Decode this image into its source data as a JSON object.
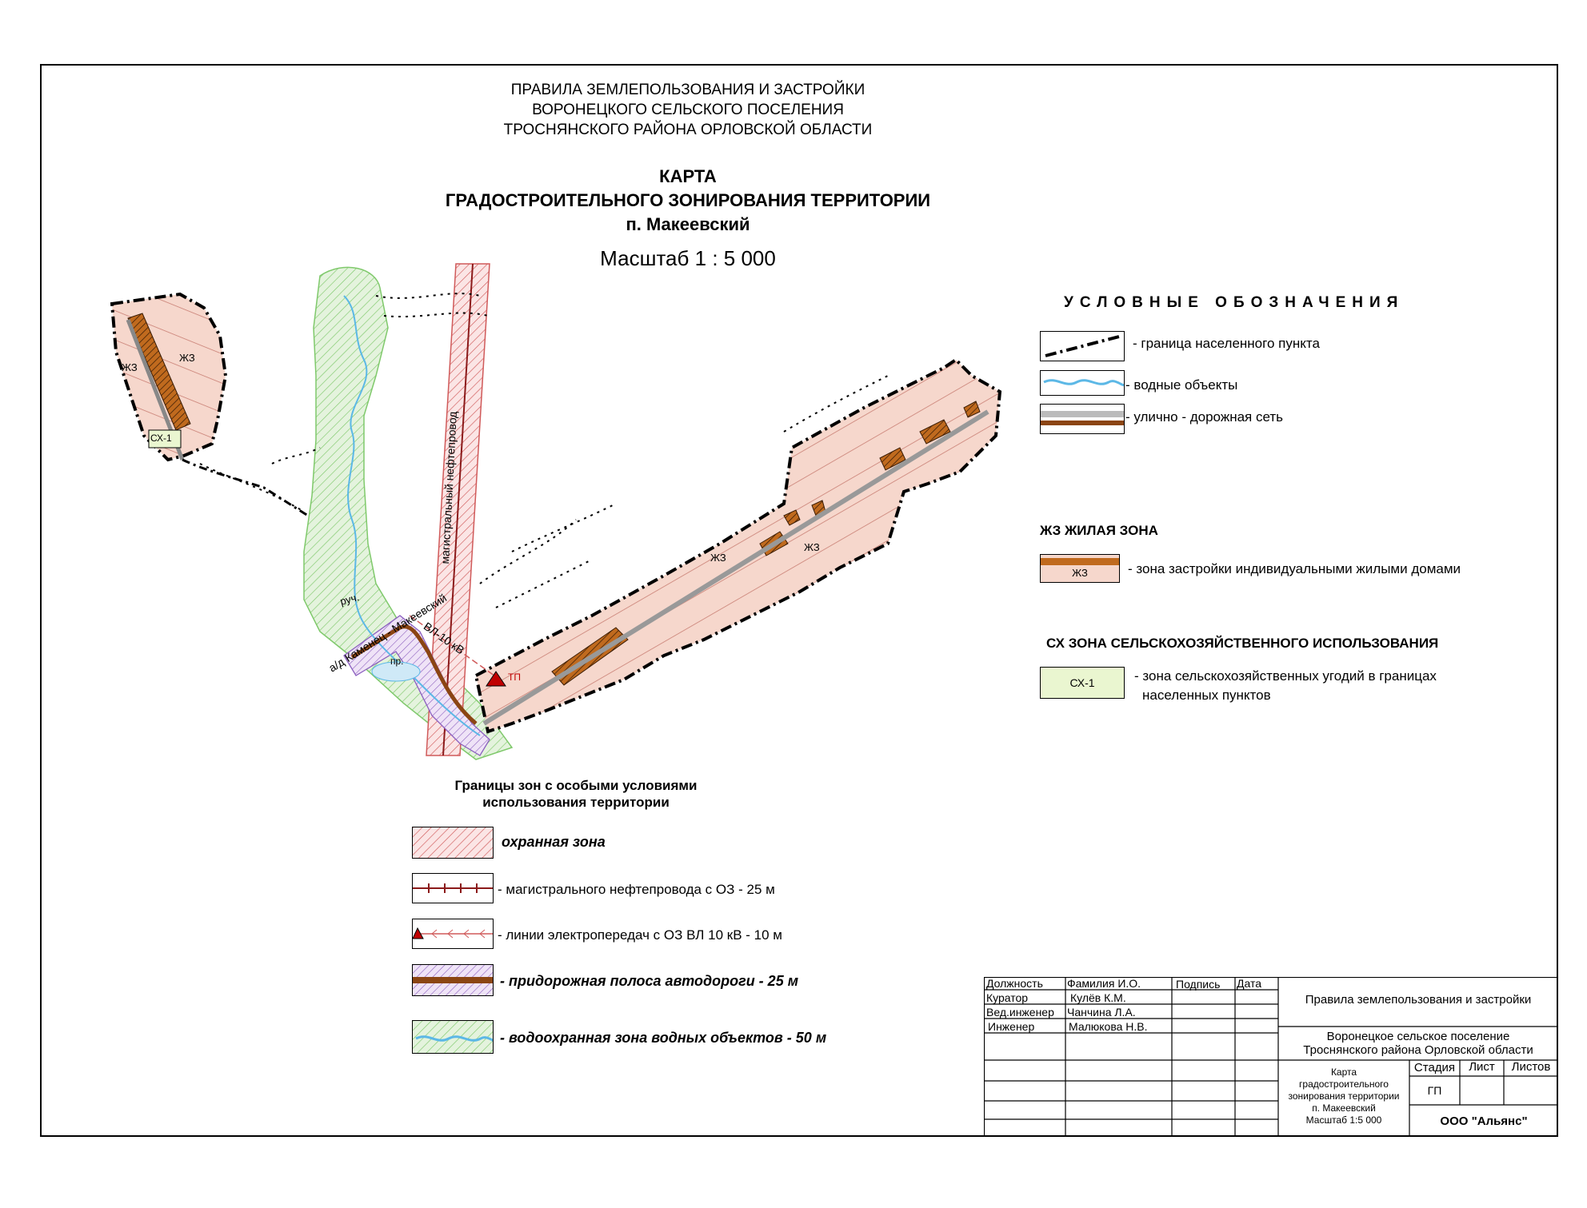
{
  "header": {
    "lines": [
      "ПРАВИЛА ЗЕМЛЕПОЛЬЗОВАНИЯ И ЗАСТРОЙКИ",
      "ВОРОНЕЦКОГО СЕЛЬСКОГО ПОСЕЛЕНИЯ",
      "ТРОСНЯНСКОГО РАЙОНА ОРЛОВСКОЙ ОБЛАСТИ"
    ],
    "map_title": [
      "КАРТА",
      "ГРАДОСТРОИТЕЛЬНОГО ЗОНИРОВАНИЯ ТЕРРИТОРИИ",
      "п. Макеевский"
    ],
    "scale": "Масштаб 1 : 5 000"
  },
  "colors": {
    "residential_fill": "#f6d7cc",
    "residential_hatch": "#c67a6f",
    "building": "#c06a1e",
    "protect_zone": "#d05a5a",
    "water_zone": "#7fc96b",
    "water": "#5cb8e6",
    "road_brown": "#8b4513",
    "agri_fill": "#eaf6d0",
    "roadside": "#8b5fbf"
  },
  "legend": {
    "title": "УСЛОВНЫЕ ОБОЗНАЧЕНИЯ",
    "items": [
      {
        "icon": "settlement-border-line",
        "label": "- граница населенного пункта"
      },
      {
        "icon": "water-line",
        "label": "- водные объекты"
      },
      {
        "icon": "road-line",
        "label": "- улично - дорожная сеть"
      }
    ],
    "residential": {
      "heading": "ЖЗ ЖИЛАЯ ЗОНА",
      "box_label": "ЖЗ",
      "label": "- зона застройки индивидуальными жилыми домами"
    },
    "agricultural": {
      "heading": "СХ  ЗОНА СЕЛЬСКОХОЗЯЙСТВЕННОГО ИСПОЛЬЗОВАНИЯ",
      "box_label": "СХ-1",
      "label_lines": [
        "- зона сельскохозяйственных угодий в границах",
        "населенных пунктов"
      ]
    }
  },
  "special_zones": {
    "title_lines": [
      "Границы зон с особыми условиями",
      "использования территории"
    ],
    "items": [
      {
        "icon": "protection-hatch",
        "label": "охранная зона"
      },
      {
        "icon": "pipeline-line",
        "label": "- магистрального нефтепровода с ОЗ - 25 м"
      },
      {
        "icon": "power-line",
        "label": "- линии электропередач с ОЗ  ВЛ 10 кВ - 10 м"
      },
      {
        "icon": "roadside-strip",
        "label": "- придорожная полоса автодороги  - 25 м"
      },
      {
        "icon": "water-protection-hatch",
        "label": "- водоохранная зона водных объектов - 50 м"
      }
    ]
  },
  "map": {
    "labels": {
      "zh1": "ЖЗ",
      "zh2": "ЖЗ",
      "zh3": "ЖЗ",
      "zh4": "ЖЗ",
      "sx": "СХ-1",
      "pipeline": "магистральный нефтепровод",
      "powerline": "ВЛ-10 кВ",
      "road": "а/д Каменец - Макеевский",
      "stream": "руч.",
      "tp": "ТП",
      "pond": "пр."
    }
  },
  "stamp": {
    "headers": [
      "Должность",
      "Фамилия И.О.",
      "Подпись",
      "Дата"
    ],
    "rows": [
      [
        "Куратор",
        "Кулёв К.М."
      ],
      [
        "Вед.инженер",
        "Чанчина Л.А."
      ],
      [
        "Инженер",
        "Малюкова Н.В."
      ]
    ],
    "project": "Правила землепользования и застройки",
    "place_lines": [
      "Воронецкое сельское поселение",
      "Троснянского района  Орловской области"
    ],
    "sheet_lines": [
      "Карта",
      "градостроительного",
      "зонирования территории",
      "п. Макеевский",
      "Масштаб 1:5 000"
    ],
    "stage_header": "Стадия",
    "sheet_header": "Лист",
    "sheets_header": "Листов",
    "stage": "ГП",
    "company": "ООО \"Альянс\""
  }
}
